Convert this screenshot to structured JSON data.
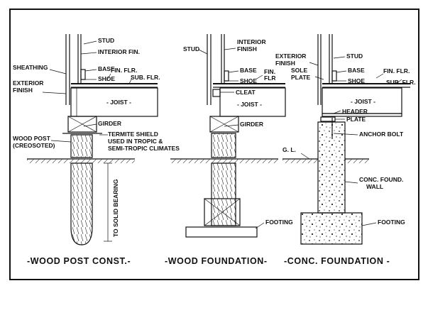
{
  "panels": [
    {
      "caption": "-WOOD POST CONST.-",
      "labels": {
        "stud": "STUD",
        "interior_fin": "INTERIOR FIN.",
        "sheathing": "SHEATHING",
        "base": "BASE",
        "fin_flr": "FIN. FLR.",
        "shoe": "SHOE",
        "sub_flr": "SUB. FLR.",
        "exterior_finish": "EXTERIOR FINISH",
        "joist": "- JOIST -",
        "girder": "GIRDER",
        "wood_post": "WOOD POST (CREOSOTED)",
        "termite_shield": "TERMITE SHIELD USED IN TROPIC & SEMI-TROPIC CLIMATES",
        "solid_bearing": "TO SOLID BEARING"
      }
    },
    {
      "caption": "-WOOD FOUNDATION-",
      "labels": {
        "stud": "STUD",
        "interior_finish": "INTERIOR FINISH",
        "base": "BASE",
        "fin_flr": "FIN. FLR",
        "shoe": "SHOE",
        "cleat": "CLEAT",
        "joist": "- JOIST -",
        "girder": "GIRDER",
        "footing": "FOOTING"
      }
    },
    {
      "caption": "-CONC. FOUNDATION -",
      "labels": {
        "exterior_finish": "EXTERIOR FINISH",
        "stud": "STUD",
        "sole_plate": "SOLE PLATE",
        "base": "BASE",
        "fin_flr": "FIN. FLR.",
        "shoe": "SHOE",
        "sub_flr": "SUB. FLR.",
        "joist": "- JOIST -",
        "header": "HEADER",
        "plate": "PLATE",
        "anchor_bolt": "ANCHOR BOLT",
        "gl": "G. L.",
        "conc_found_wall": "CONC. FOUND. WALL",
        "footing": "FOOTING"
      }
    }
  ]
}
